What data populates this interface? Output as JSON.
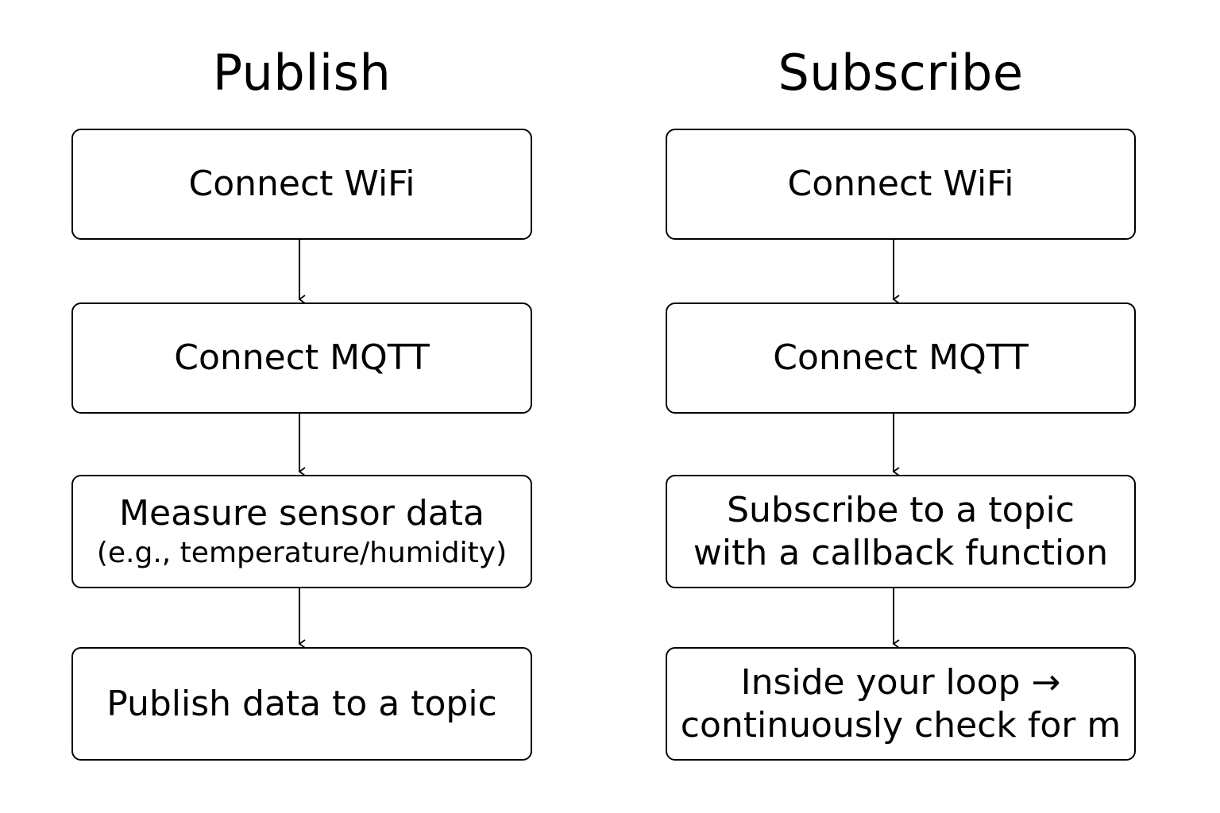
{
  "publish": {
    "title": "Publish",
    "steps": [
      {
        "lines": [
          "Connect WiFi"
        ]
      },
      {
        "lines": [
          "Connect MQTT"
        ]
      },
      {
        "lines": [
          "Measure sensor data",
          "(e.g., temperature/humidity)"
        ]
      },
      {
        "lines": [
          "Publish data to a topic"
        ]
      }
    ]
  },
  "subscribe": {
    "title": "Subscribe",
    "steps": [
      {
        "lines": [
          "Connect WiFi"
        ]
      },
      {
        "lines": [
          "Connect MQTT"
        ]
      },
      {
        "lines": [
          "Subscribe to a topic",
          "with a callback function"
        ]
      },
      {
        "lines": [
          "Inside your loop →",
          "continuously check for m"
        ]
      }
    ]
  }
}
